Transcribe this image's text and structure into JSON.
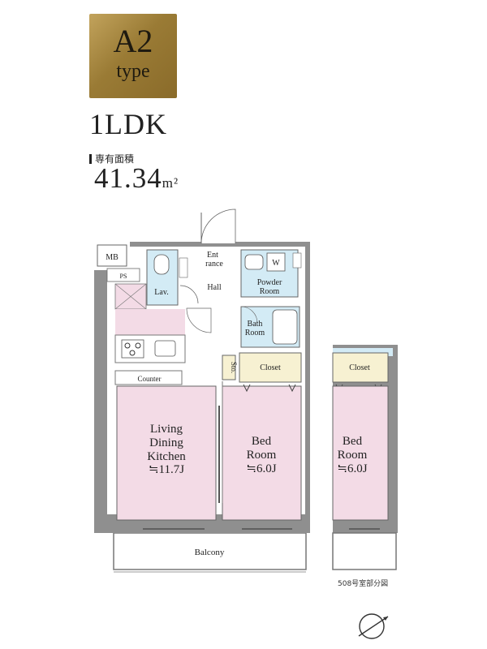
{
  "header": {
    "type_code": "A2",
    "type_word": "type",
    "layout": "1LDK",
    "area_label": "専有面積",
    "area_value": "41.34",
    "area_unit": "m²"
  },
  "rooms": {
    "mb": "MB",
    "ps": "PS",
    "entrance_line1": "Ent",
    "entrance_line2": "rance",
    "hall": "Hall",
    "lav": "Lav.",
    "powder_line1": "Powder",
    "powder_line2": "Room",
    "w": "W",
    "bath_line1": "Bath",
    "bath_line2": "Room",
    "sto": "Sto.",
    "closet": "Closet",
    "counter": "Counter",
    "ldk_line1": "Living",
    "ldk_line2": "Dining",
    "ldk_line3": "Kitchen",
    "ldk_size": "≒11.7J",
    "bed_line1": "Bed",
    "bed_line2": "Room",
    "bed_size": "≒6.0J",
    "balcony": "Balcony",
    "alt_closet": "Closet",
    "alt_bed_line1": "Bed",
    "alt_bed_line2": "Room",
    "alt_bed_size": "≒6.0J"
  },
  "notes": {
    "partial": "508号室部分図"
  },
  "colors": {
    "badge_gold": "#a8883f",
    "room_pink": "#f3dbe6",
    "wet_blue": "#d3ebf5",
    "closet_yellow": "#f7f1d2",
    "wall_gray": "#8f8f8f"
  }
}
